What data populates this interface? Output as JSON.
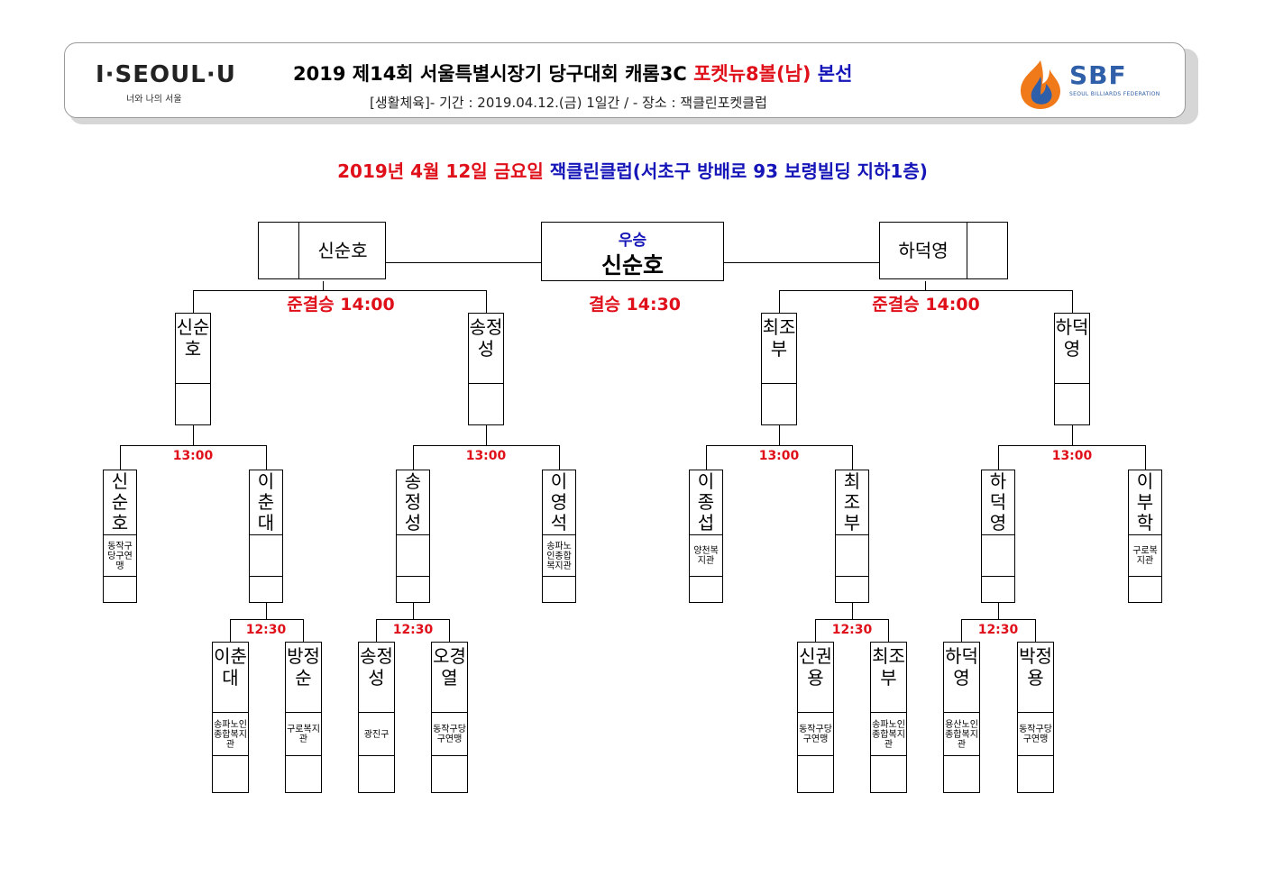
{
  "header": {
    "logo_left": "I·SEOUL·U",
    "logo_left_sub": "너와 나의 서울",
    "title_main": "2019 제14회 서울특별시장기 당구대회 캐롬3C",
    "title_red": "포켓뉴8볼(남)",
    "title_blue": "본선",
    "subtitle": "[생활체육]- 기간 : 2019.04.12.(금) 1일간 / - 장소 : 잭클린포켓클럽",
    "logo_right": "SBF",
    "logo_right_sub": "SEOUL BILLIARDS FEDERATION"
  },
  "date_line": {
    "date": "2019년 4월 12일 금요일",
    "venue": "잭클린클럽(서초구 방배로 93 보령빌딩 지하1층)"
  },
  "final": {
    "winner_label": "우승",
    "winner": "신순호",
    "left_finalist": "신순호",
    "right_finalist": "하덕영",
    "final_time": "결승 14:30",
    "semi_time_left": "준결승 14:00",
    "semi_time_right": "준결승 14:00"
  },
  "semifinalists": [
    "신순호",
    "송정성",
    "최조부",
    "하덕영"
  ],
  "qf_times": [
    "13:00",
    "13:00",
    "13:00",
    "13:00"
  ],
  "qf_players": [
    {
      "name": "신순호",
      "aff": "동작구당구연맹"
    },
    {
      "name": "이춘대",
      "aff": ""
    },
    {
      "name": "송정성",
      "aff": ""
    },
    {
      "name": "이영석",
      "aff": "송파노인종합복지관"
    },
    {
      "name": "이종섭",
      "aff": "양천복지관"
    },
    {
      "name": "최조부",
      "aff": ""
    },
    {
      "name": "하덕영",
      "aff": ""
    },
    {
      "name": "이부학",
      "aff": "구로복지관"
    }
  ],
  "r1_times": [
    "12:30",
    "12:30",
    "12:30",
    "12:30"
  ],
  "r1_players": [
    {
      "name": "이춘대",
      "aff": "송파노인종합복지관"
    },
    {
      "name": "방정순",
      "aff": "구로복지관"
    },
    {
      "name": "송정성",
      "aff": "광진구"
    },
    {
      "name": "오경열",
      "aff": "동작구당구연맹"
    },
    {
      "name": "신권용",
      "aff": "동작구당구연맹"
    },
    {
      "name": "최조부",
      "aff": "송파노인종합복지관"
    },
    {
      "name": "하덕영",
      "aff": "용산노인종합복지관"
    },
    {
      "name": "박정용",
      "aff": "동작구당구연맹"
    }
  ]
}
